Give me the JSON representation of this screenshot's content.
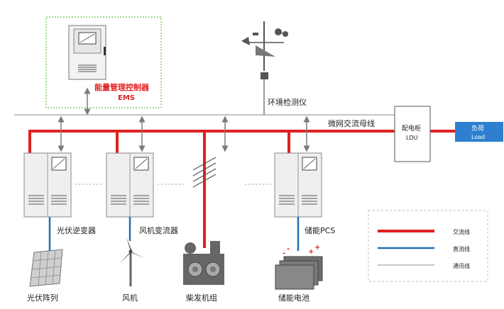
{
  "ems": {
    "label_cn": "能量管理控制器",
    "label_en": "EMS"
  },
  "env_monitor": {
    "label": "环境检测仪"
  },
  "ac_bus": {
    "label": "微网交流母线"
  },
  "ldu": {
    "label_cn": "配电柜",
    "label_en": "LDU"
  },
  "load": {
    "label_cn": "负荷",
    "label_en": "Load"
  },
  "pv_inverter": {
    "label": "光伏逆变器"
  },
  "wind_converter": {
    "label": "风机变流器"
  },
  "storage_pcs": {
    "label": "储能PCS"
  },
  "pv_array": {
    "label": "光伏阵列"
  },
  "wind_turbine": {
    "label": "风机"
  },
  "diesel_genset": {
    "label": "柴发机组"
  },
  "battery": {
    "label": "储能电池"
  },
  "legend": {
    "ac_line": {
      "label": "交流线",
      "color": "#e02020"
    },
    "dc_line": {
      "label": "直流线",
      "color": "#1f6fb5"
    },
    "comm_line": {
      "label": "通讯线",
      "color": "#b0b0b0"
    }
  },
  "colors": {
    "ac": "#e02020",
    "dc": "#1f6fb5",
    "comm": "#b0b0b0",
    "load_box": "#2e7fd0",
    "ems_border": "#6cc24a"
  }
}
